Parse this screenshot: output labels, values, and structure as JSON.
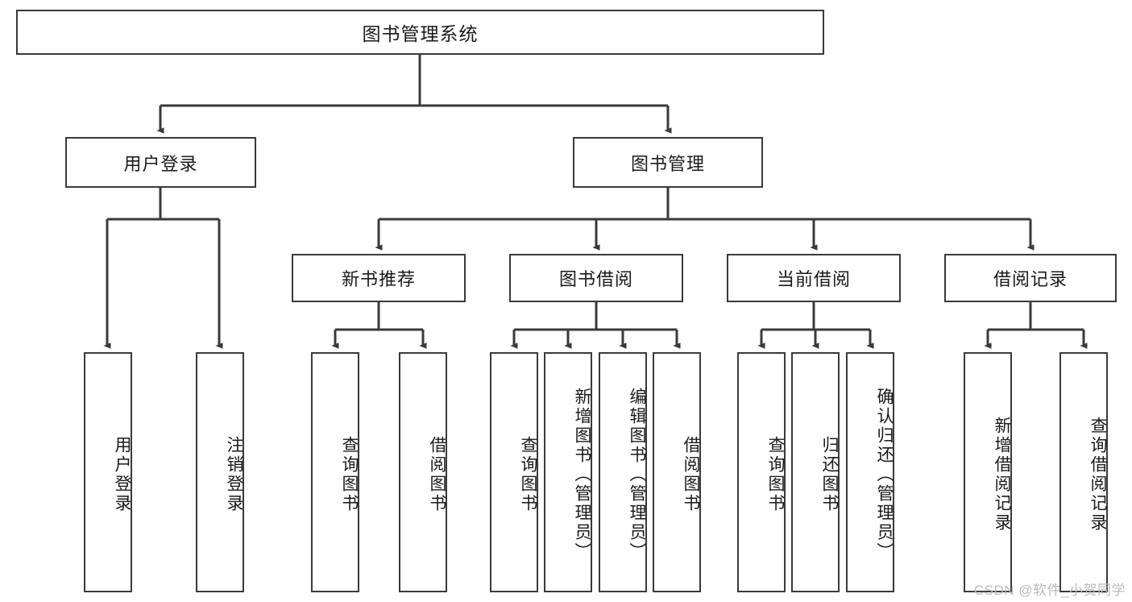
{
  "diagram": {
    "title": "图书管理系统",
    "watermark": "CSDN @软件_小贺同学",
    "line_color": "#3a3a3a",
    "box_fill": "#ffffff",
    "text_color": "#1a1a1a"
  },
  "nodes": {
    "root": {
      "label": "图书管理系统"
    },
    "level2": [
      {
        "label": "用户登录"
      },
      {
        "label": "图书管理"
      }
    ],
    "level3": [
      {
        "label": "新书推荐"
      },
      {
        "label": "图书借阅"
      },
      {
        "label": "当前借阅"
      },
      {
        "label": "借阅记录"
      }
    ],
    "leaves_user_login": [
      {
        "label": "用户登录"
      },
      {
        "label": "注销登录"
      }
    ],
    "leaves_new_book": [
      {
        "label": "查询图书"
      },
      {
        "label": "借阅图书"
      }
    ],
    "leaves_borrow": [
      {
        "label": "查询图书"
      },
      {
        "label": "新增图书（管理员）"
      },
      {
        "label": "编辑图书（管理员）"
      },
      {
        "label": "借阅图书"
      }
    ],
    "leaves_current": [
      {
        "label": "查询图书"
      },
      {
        "label": "归还图书"
      },
      {
        "label": "确认归还（管理员）"
      }
    ],
    "leaves_record": [
      {
        "label": "新增借阅记录"
      },
      {
        "label": "查询借阅记录"
      }
    ]
  }
}
